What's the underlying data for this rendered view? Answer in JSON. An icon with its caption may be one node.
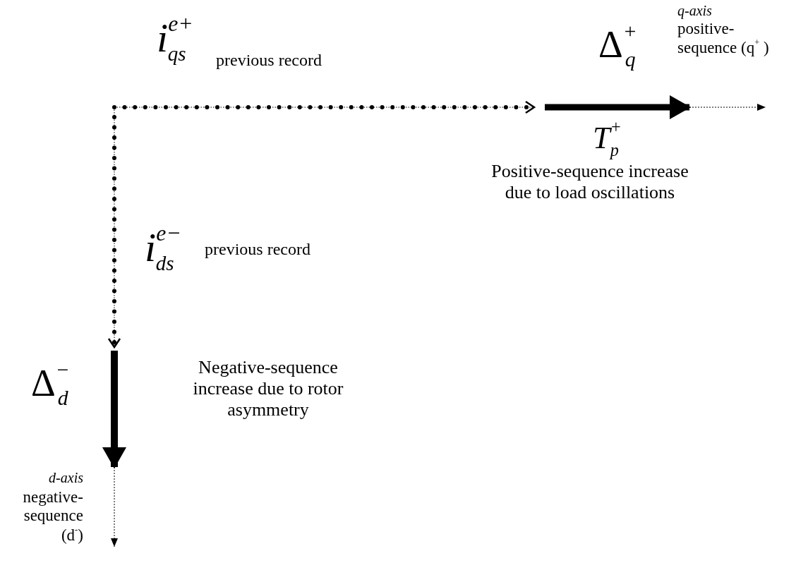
{
  "diagram": {
    "labels": [
      "q-axis",
      "i$^{e+}$$_{qs}$",
      "previous record",
      "Δ$^{+}$$_{q}$",
      "positive- sequence (q$^{+}$ )",
      "T$^{+}$$_{p}$",
      "Positive-sequence increase due to load oscillations",
      "i$^{e−}$$_{ds}$",
      "previous record",
      "Δ$^{−}$$_{d}$",
      "Negative-sequence increase due to rotor asymmetry",
      "d-axis",
      "negative- sequence (d$^{-}$)"
    ]
  }
}
